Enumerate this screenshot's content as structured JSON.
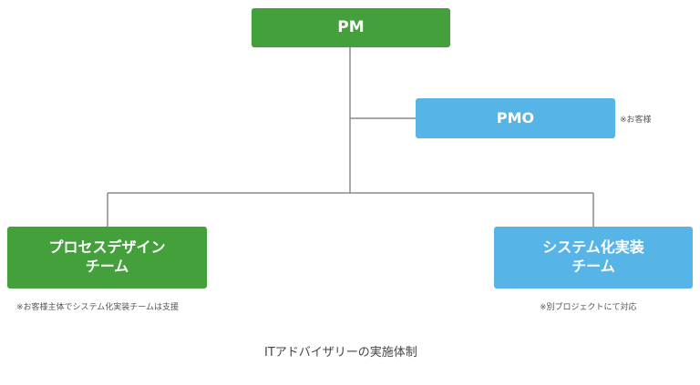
{
  "nodes": {
    "pm": {
      "label": "PM"
    },
    "pmo": {
      "label": "PMO",
      "note": "※お客様"
    },
    "process_team": {
      "line1": "プロセスデザイン",
      "line2": "チーム",
      "note": "※お客様主体でシステム化実装チームは支援"
    },
    "system_team": {
      "line1": "システム化実装",
      "line2": "チーム",
      "note": "※別プロジェクトにて対応"
    }
  },
  "caption": "ITアドバイザリーの実施体制",
  "colors": {
    "green": "#43a03b",
    "blue": "#56b4e6",
    "connector": "#8a8a8a"
  }
}
